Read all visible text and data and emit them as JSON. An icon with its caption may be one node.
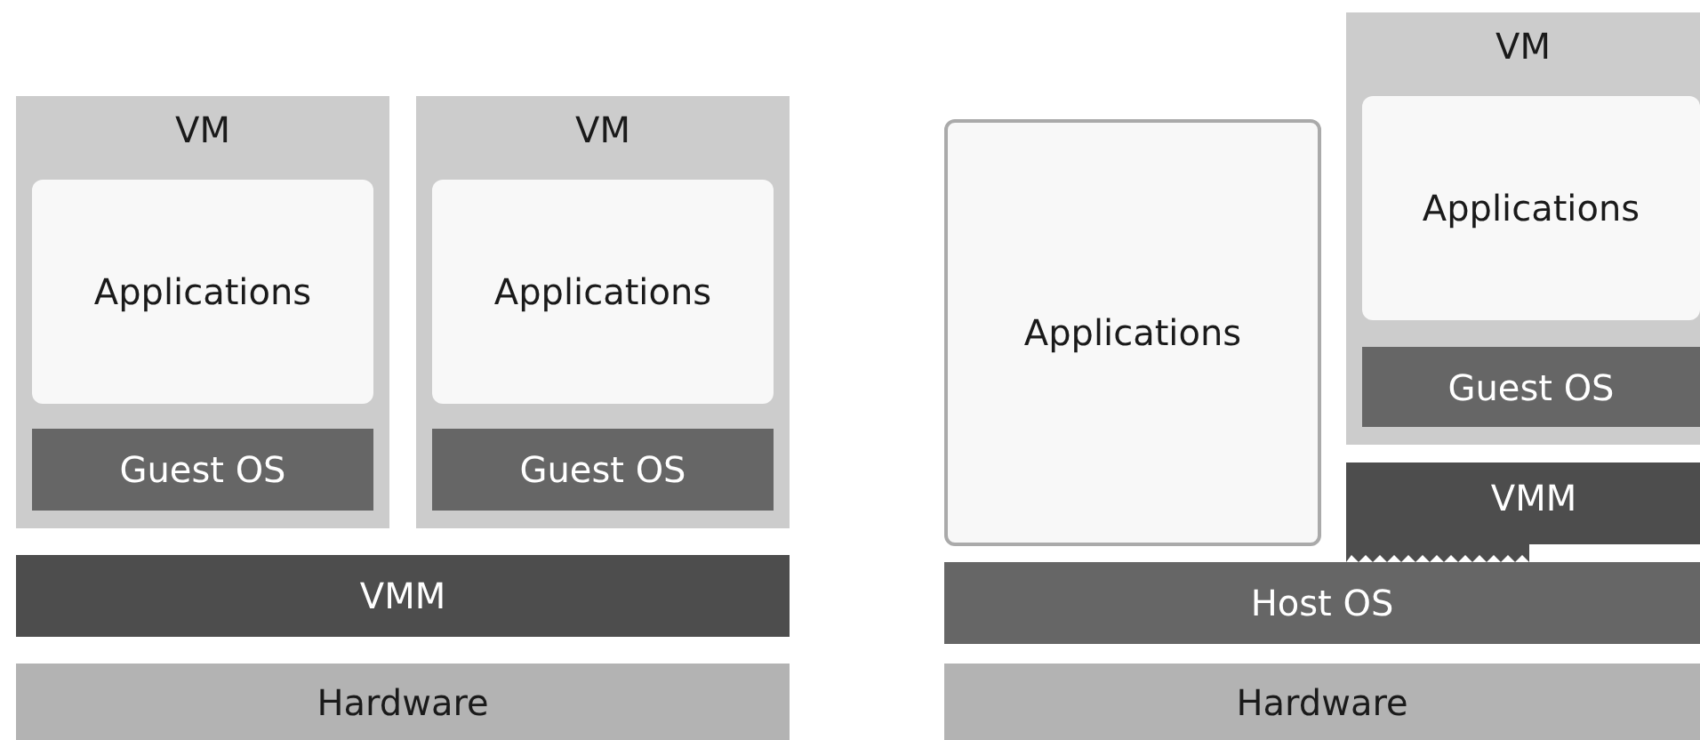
{
  "diagram": {
    "nodes": [
      {
        "text": [
          "VM"
        ]
      },
      {
        "text": [
          "Applications"
        ],
        "in": 0
      },
      {
        "text": [
          "Guest OS"
        ],
        "in": 0
      },
      {
        "text": [
          "VM"
        ]
      },
      {
        "text": [
          "Applications"
        ],
        "in": 3
      },
      {
        "text": [
          "Guest OS"
        ],
        "in": 3
      },
      {
        "text": [
          "VMM"
        ]
      },
      {
        "text": [
          "Hardware"
        ]
      },
      {
        "text": [
          "Applications"
        ]
      },
      {
        "text": [
          "VM"
        ]
      },
      {
        "text": [
          "Applications"
        ],
        "in": 9
      },
      {
        "text": [
          "Guest OS"
        ],
        "in": 9
      },
      {
        "text": [
          "VMM"
        ]
      },
      {
        "text": [
          "Host OS"
        ]
      },
      {
        "text": [
          "Hardware"
        ]
      }
    ]
  }
}
